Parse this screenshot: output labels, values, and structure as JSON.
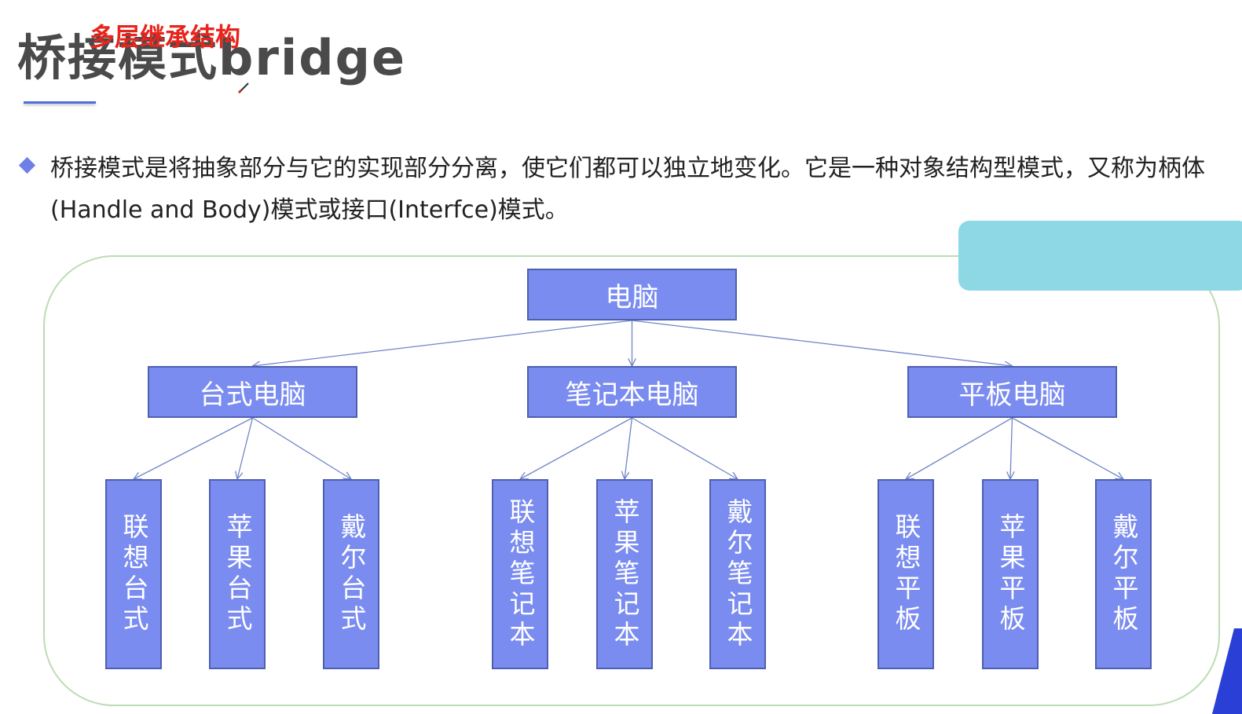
{
  "slide": {
    "title": "桥接模式bridge",
    "description": "桥接模式是将抽象部分与它的实现部分分离，使它们都可以独立地变化。它是一种对象结构型模式，又称为柄体(Handle and Body)模式或接口(Interfce)模式。"
  },
  "badge": {
    "label": "多层继承结构"
  },
  "colors": {
    "box_fill": "#7b8cf0",
    "box_border": "#4f5fb0",
    "badge_bg": "#8dd8e4",
    "badge_text": "#e8241c",
    "edge": "#6f84c8",
    "container_border": "#bcdcb4",
    "bullet": "#6f7fe8"
  },
  "diagram": {
    "root": {
      "id": "root",
      "label": "电脑"
    },
    "categories": [
      {
        "id": "desktop",
        "label": "台式电脑",
        "children": [
          {
            "id": "d1",
            "label": "联想台式"
          },
          {
            "id": "d2",
            "label": "苹果台式"
          },
          {
            "id": "d3",
            "label": "戴尔台式"
          }
        ]
      },
      {
        "id": "laptop",
        "label": "笔记本电脑",
        "children": [
          {
            "id": "l1",
            "label": "联想笔记本"
          },
          {
            "id": "l2",
            "label": "苹果笔记本"
          },
          {
            "id": "l3",
            "label": "戴尔笔记本"
          }
        ]
      },
      {
        "id": "tablet",
        "label": "平板电脑",
        "children": [
          {
            "id": "t1",
            "label": "联想平板"
          },
          {
            "id": "t2",
            "label": "苹果平板"
          },
          {
            "id": "t3",
            "label": "戴尔平板"
          }
        ]
      }
    ]
  }
}
